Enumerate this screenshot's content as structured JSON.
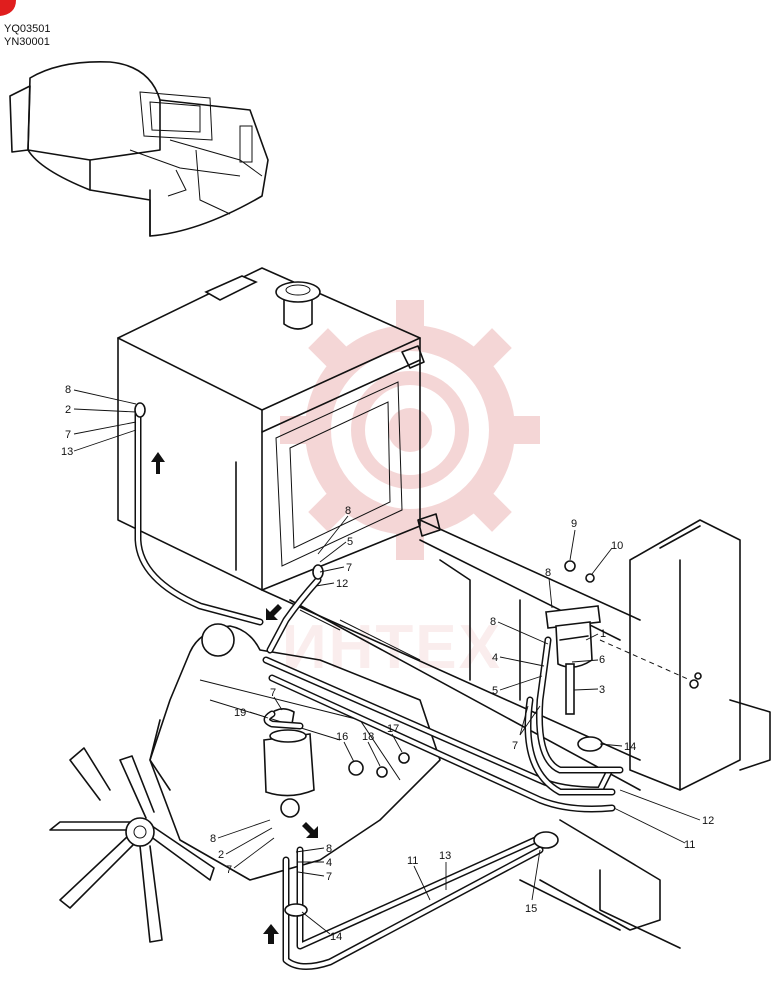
{
  "header": {
    "codes": [
      "YQ03501",
      "YN30001"
    ]
  },
  "watermark": {
    "text": "ИНТЕХ",
    "color": "#e8a6a6"
  },
  "callouts": [
    {
      "id": "c8a",
      "label": "8"
    },
    {
      "id": "c2a",
      "label": "2"
    },
    {
      "id": "c7a",
      "label": "7"
    },
    {
      "id": "c13a",
      "label": "13"
    },
    {
      "id": "c8b",
      "label": "8"
    },
    {
      "id": "c5a",
      "label": "5"
    },
    {
      "id": "c7b",
      "label": "7"
    },
    {
      "id": "c12a",
      "label": "12"
    },
    {
      "id": "c9",
      "label": "9"
    },
    {
      "id": "c10",
      "label": "10"
    },
    {
      "id": "c8c",
      "label": "8"
    },
    {
      "id": "c1",
      "label": "1"
    },
    {
      "id": "c8d",
      "label": "8"
    },
    {
      "id": "c6",
      "label": "6"
    },
    {
      "id": "c4a",
      "label": "4"
    },
    {
      "id": "c3",
      "label": "3"
    },
    {
      "id": "c5b",
      "label": "5"
    },
    {
      "id": "c7c",
      "label": "7"
    },
    {
      "id": "c14a",
      "label": "14"
    },
    {
      "id": "c7d",
      "label": "7"
    },
    {
      "id": "c19",
      "label": "19"
    },
    {
      "id": "c16",
      "label": "16"
    },
    {
      "id": "c18",
      "label": "18"
    },
    {
      "id": "c17",
      "label": "17"
    },
    {
      "id": "c12b",
      "label": "12"
    },
    {
      "id": "c11a",
      "label": "11"
    },
    {
      "id": "c8e",
      "label": "8"
    },
    {
      "id": "c2b",
      "label": "2"
    },
    {
      "id": "c7e",
      "label": "7"
    },
    {
      "id": "c8f",
      "label": "8"
    },
    {
      "id": "c4b",
      "label": "4"
    },
    {
      "id": "c7f",
      "label": "7"
    },
    {
      "id": "c11b",
      "label": "11"
    },
    {
      "id": "c13b",
      "label": "13"
    },
    {
      "id": "c15",
      "label": "15"
    },
    {
      "id": "c14b",
      "label": "14"
    }
  ]
}
